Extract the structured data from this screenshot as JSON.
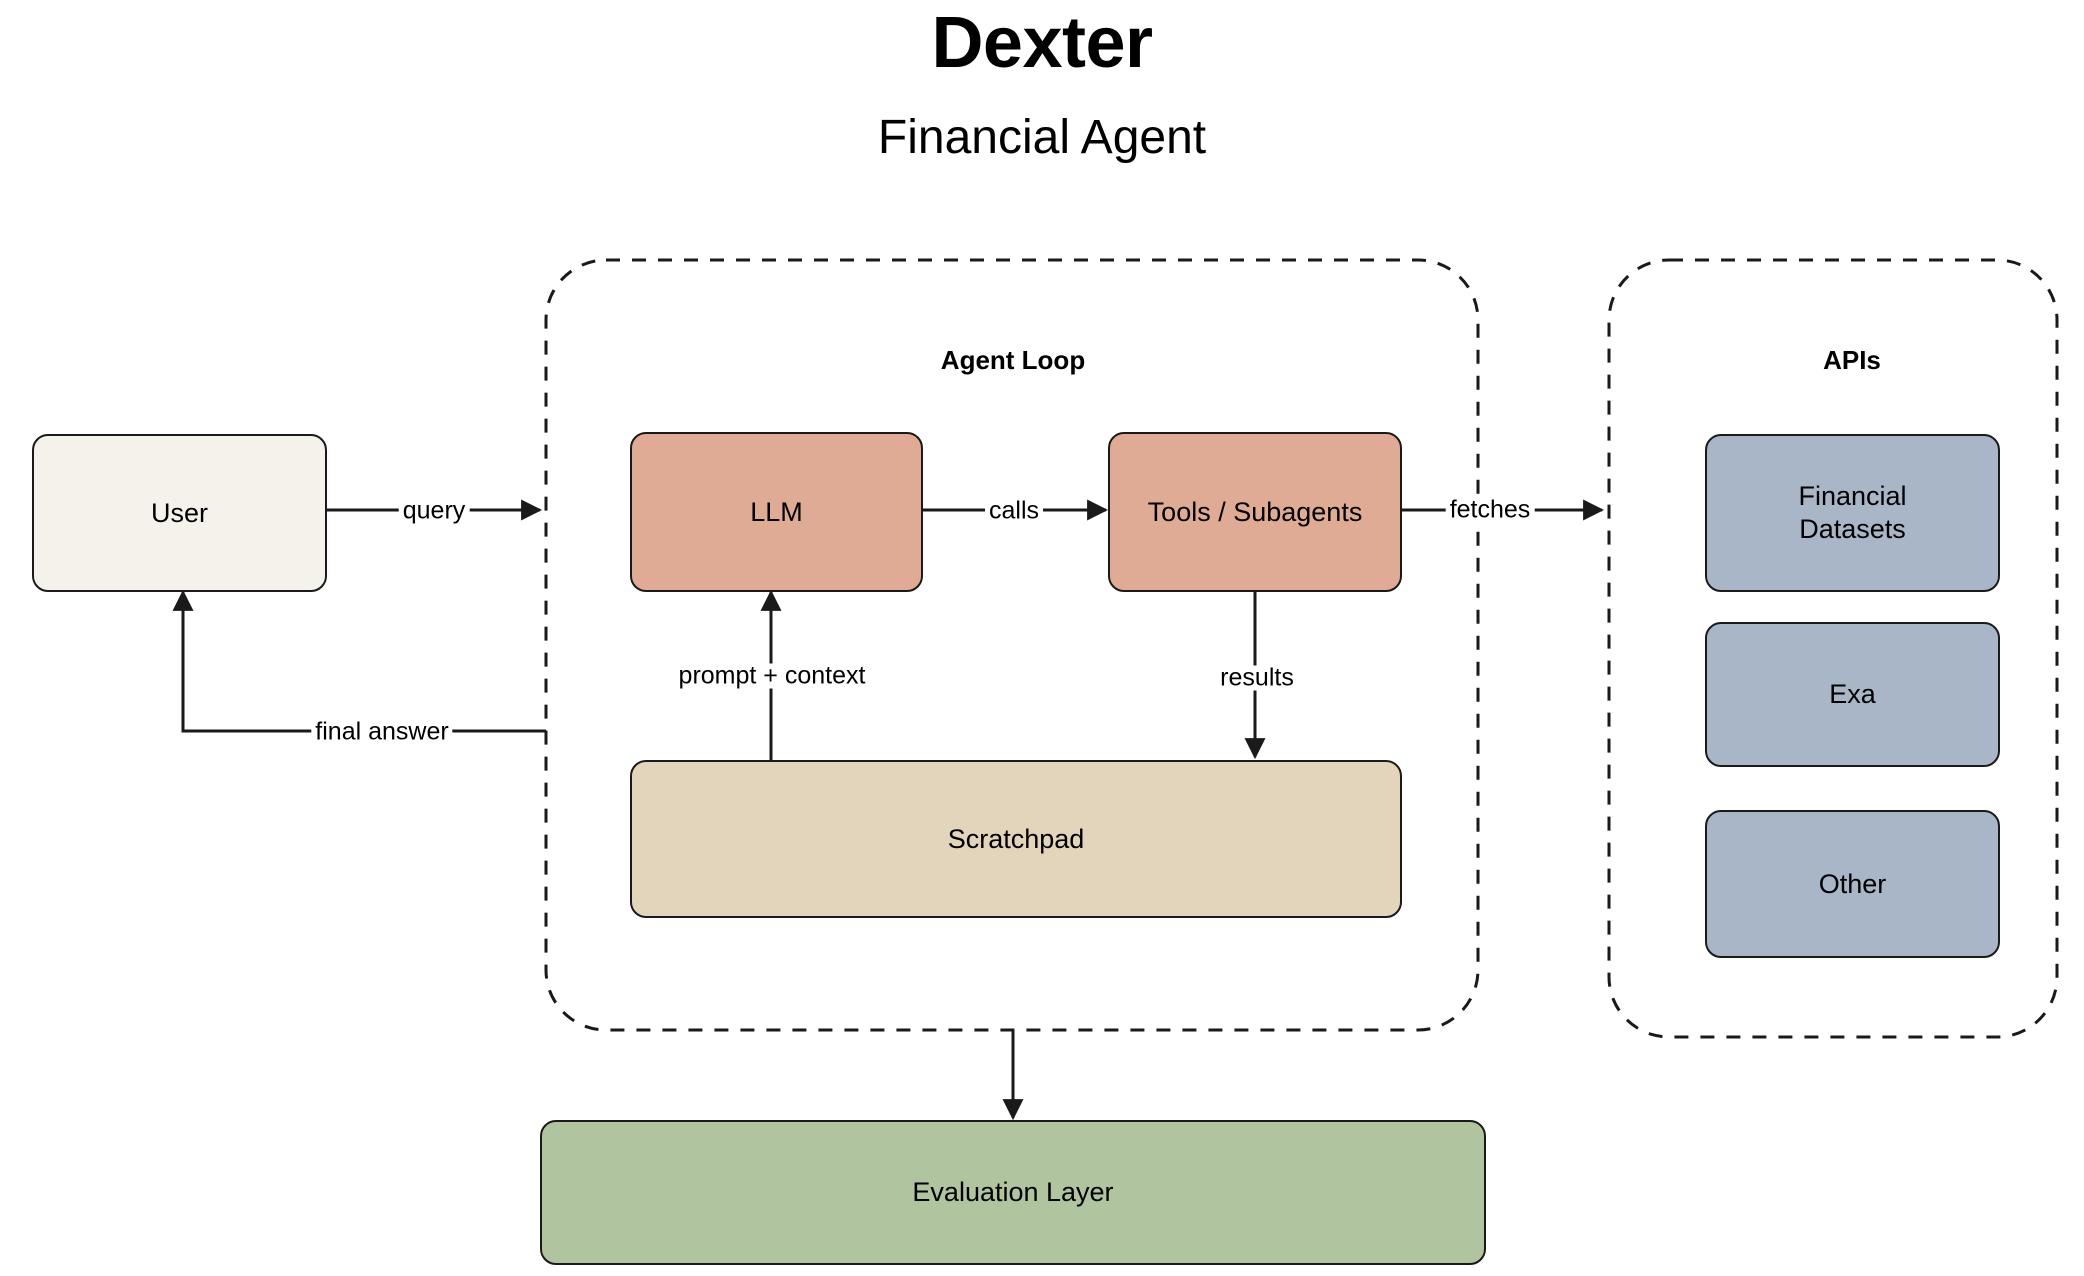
{
  "title": {
    "main": "Dexter",
    "subtitle": "Financial Agent"
  },
  "groups": {
    "agent_loop": {
      "label": "Agent Loop"
    },
    "apis": {
      "label": "APIs"
    }
  },
  "nodes": {
    "user": {
      "label": "User"
    },
    "llm": {
      "label": "LLM"
    },
    "tools": {
      "label": "Tools / Subagents"
    },
    "scratchpad": {
      "label": "Scratchpad"
    },
    "evaluation": {
      "label": "Evaluation Layer"
    },
    "financial_datasets": {
      "label": "Financial\nDatasets",
      "line1": "Financial",
      "line2": "Datasets"
    },
    "exa": {
      "label": "Exa"
    },
    "other": {
      "label": "Other"
    }
  },
  "edges": [
    {
      "id": "user-to-loop",
      "label": "query",
      "from": "user",
      "to": "agent_loop"
    },
    {
      "id": "llm-to-tools",
      "label": "calls",
      "from": "llm",
      "to": "tools"
    },
    {
      "id": "tools-to-apis",
      "label": "fetches",
      "from": "tools",
      "to": "apis"
    },
    {
      "id": "scratchpad-to-llm",
      "label": "prompt + context",
      "from": "scratchpad",
      "to": "llm"
    },
    {
      "id": "tools-to-scratchpad",
      "label": "results",
      "from": "tools",
      "to": "scratchpad"
    },
    {
      "id": "loop-to-user",
      "label": "final answer",
      "from": "agent_loop",
      "to": "user"
    },
    {
      "id": "loop-to-eval",
      "label": "",
      "from": "agent_loop",
      "to": "evaluation"
    }
  ],
  "colors": {
    "background": "#ffffff",
    "stroke": "#1a1a1a",
    "user_fill": "#f5f2ec",
    "llm_fill": "#e0ab95",
    "tools_fill": "#e0ab95",
    "scratchpad_fill": "#e3d5bc",
    "evaluation_fill": "#b0c49f",
    "api_fill": "#a9b6c7"
  }
}
